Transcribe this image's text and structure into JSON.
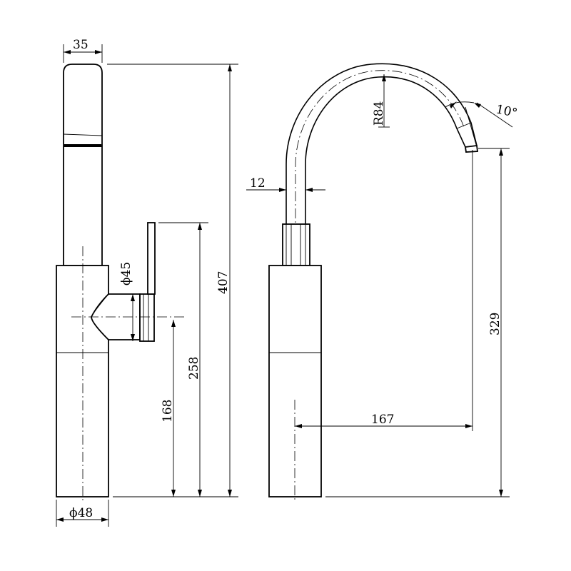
{
  "drawing": {
    "left_view": {
      "top_width": "35",
      "base_diameter": "ϕ48",
      "lever_diameter": "ϕ45",
      "total_height": "407",
      "lever_height": "258",
      "handle_center_height": "168"
    },
    "right_view": {
      "spout_radius": "R84",
      "spout_angle": "10°",
      "spout_tube_width": "12",
      "spout_reach": "167",
      "spout_outlet_height": "329"
    }
  }
}
